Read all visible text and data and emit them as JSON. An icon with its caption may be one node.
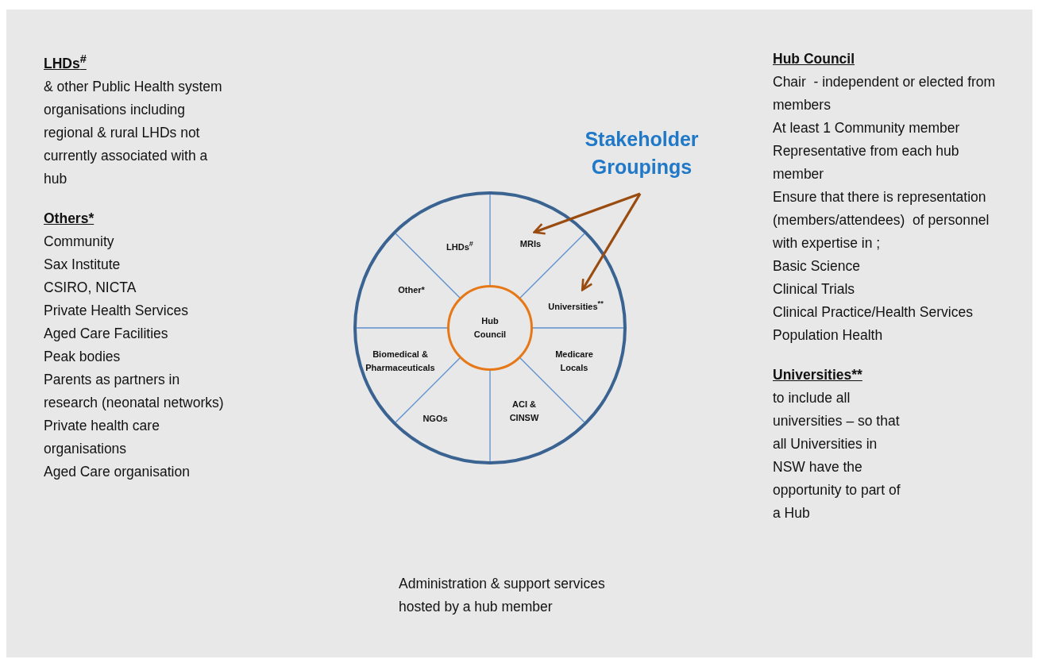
{
  "diagram": {
    "nodes": [
      {
        "text": [],
        "shape": "circle"
      },
      {
        "text": [
          "LHDs$^{#}$"
        ],
        "in": 0
      },
      {
        "text": [
          "MRIs"
        ],
        "in": 0
      },
      {
        "text": [
          "Universities$^{**}$"
        ],
        "in": 0
      },
      {
        "text": [
          "Medicare Locals"
        ],
        "in": 0
      },
      {
        "text": [
          "ACI & CINSW"
        ],
        "in": 0
      },
      {
        "text": [
          "NGOs"
        ],
        "in": 0
      },
      {
        "text": [
          "Biomedical & Pharmaceuticals"
        ],
        "in": 0
      },
      {
        "text": [
          "Other*"
        ],
        "in": 0
      },
      {
        "text": [
          "Hub Council"
        ],
        "in": 0
      },
      {
        "text": [
          "Stakeholder Groupings"
        ]
      }
    ],
    "edges": [
      {
        "from": 10,
        "to": 2,
        "arrow": "to"
      },
      {
        "from": 10,
        "to": 3,
        "arrow": "to"
      }
    ],
    "labels": [
      "LHDs$^{#}$",
      "& other Public Health system organisations including regional & rural LHDs not currently associated with a hub",
      "Others*",
      "Community",
      "Sax Institute",
      "CSIRO, NICTA",
      "Private Health Services",
      "Aged Care Facilities",
      "Peak bodies",
      "Parents as partners in research (neonatal networks)",
      "Private health care organisations",
      "Aged Care organisation",
      "Hub Council",
      "Chair  - independent or elected from members",
      "At least 1 Community member",
      "Representative from each hub member",
      "Ensure that there is representation (members/attendees)  of personnel with expertise in ;",
      "Basic Science",
      "Clinical Trials",
      "Clinical Practice/Health Services",
      "Population Health",
      "Universities**",
      "to include all universities – so that all Universities in NSW have the opportunity to part of a Hub",
      "Administration & support services hosted by a hub member"
    ]
  }
}
